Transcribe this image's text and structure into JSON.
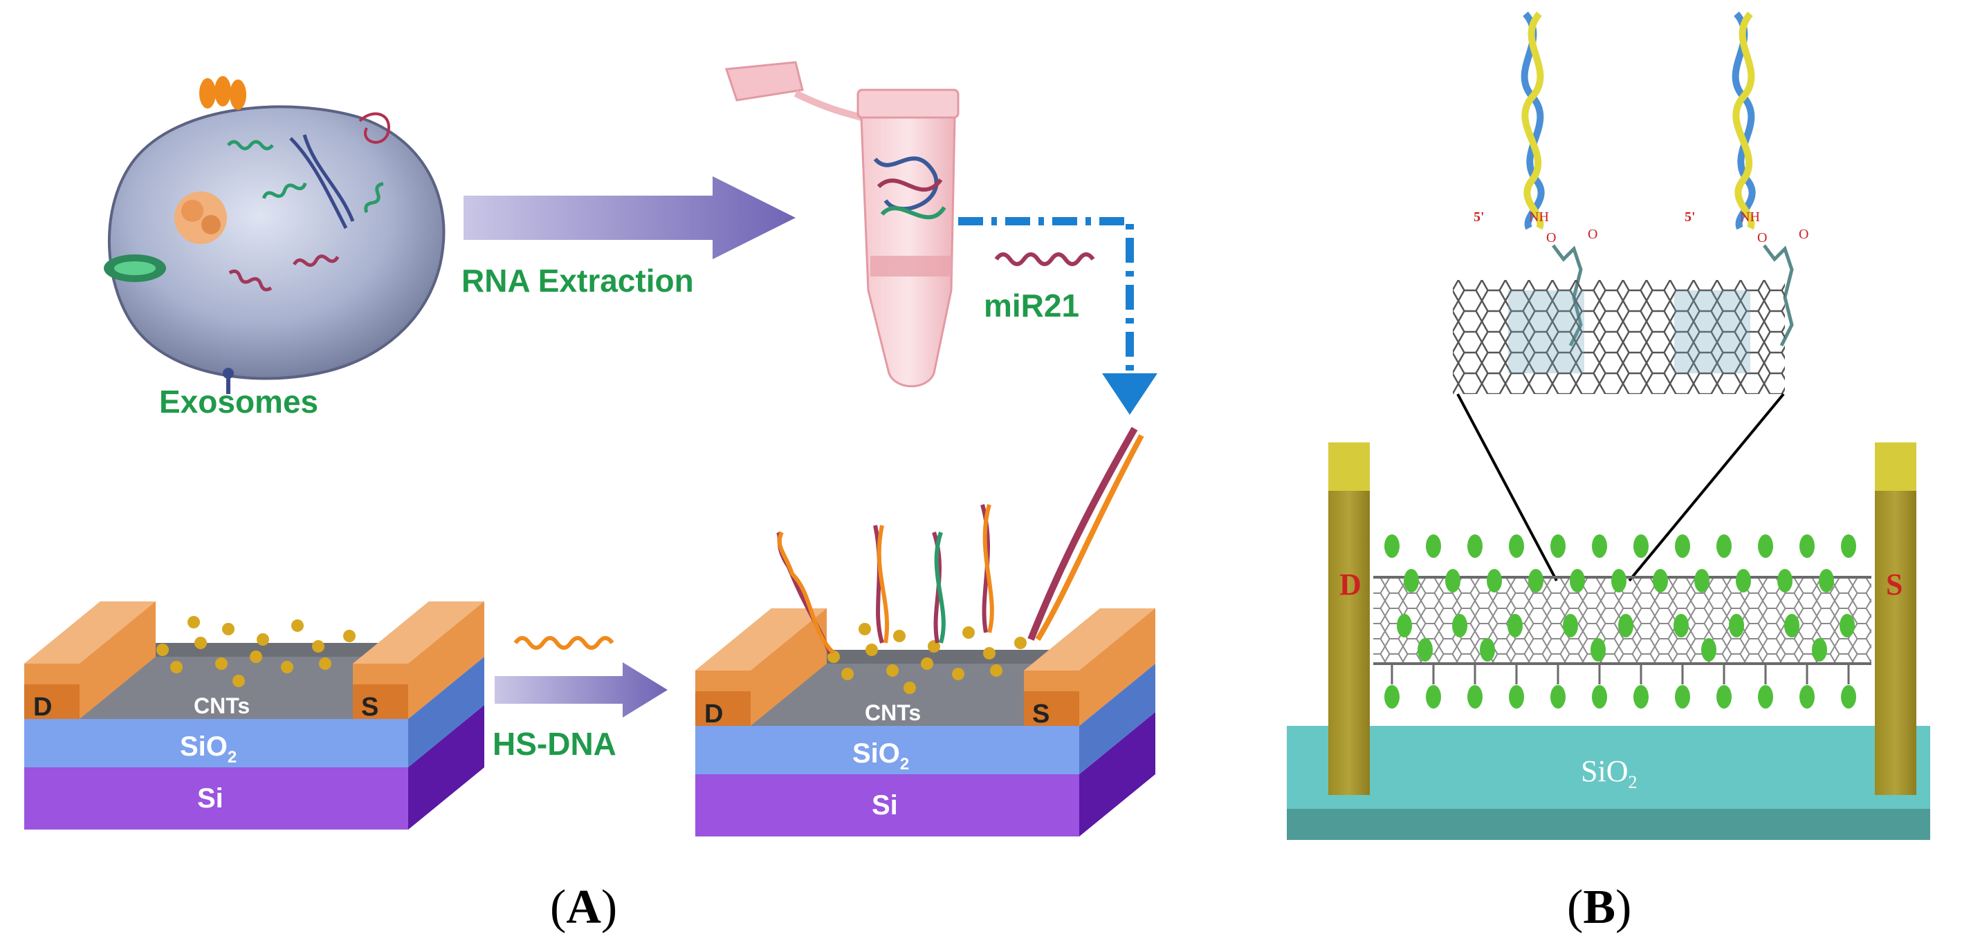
{
  "panel_a": {
    "label_open": "(",
    "label_letter": "A",
    "label_close": ")",
    "exosomes_label": "Exosomes",
    "rna_extraction_label": "RNA Extraction",
    "mir21_label": "miR21",
    "hs_dna_label": "HS-DNA",
    "device_left": {
      "drain_label": "D",
      "source_label": "S",
      "cnts_label": "CNTs",
      "sio2_label": "SiO",
      "sio2_sub": "2",
      "si_label": "Si"
    },
    "device_right": {
      "drain_label": "D",
      "source_label": "S",
      "cnts_label": "CNTs",
      "sio2_label": "SiO",
      "sio2_sub": "2",
      "si_label": "Si"
    }
  },
  "panel_b": {
    "label_open": "(",
    "label_letter": "B",
    "label_close": ")",
    "drain_label": "D",
    "source_label": "S",
    "sio2_label": "SiO",
    "sio2_sub": "2",
    "five_prime_left": "5'",
    "nh_left": "NH",
    "o_left_1": "O",
    "o_left_2": "O",
    "five_prime_right": "5'",
    "nh_right": "NH",
    "o_right_1": "O",
    "o_right_2": "O"
  },
  "colors": {
    "green_text": "#1f9a4a",
    "electrode_orange": "#e8954a",
    "sio2_blue": "#7da2ee",
    "si_purple": "#9b53e0",
    "arrow_purple": "#8d86c9",
    "dash_blue": "#1a7fd0",
    "red_text": "#cc2222",
    "substrate_teal": "#67c7c4",
    "electrode_olive": "#a99730",
    "electrode_yellow": "#d6cb3a",
    "leaf_green": "#4fbf3a"
  }
}
